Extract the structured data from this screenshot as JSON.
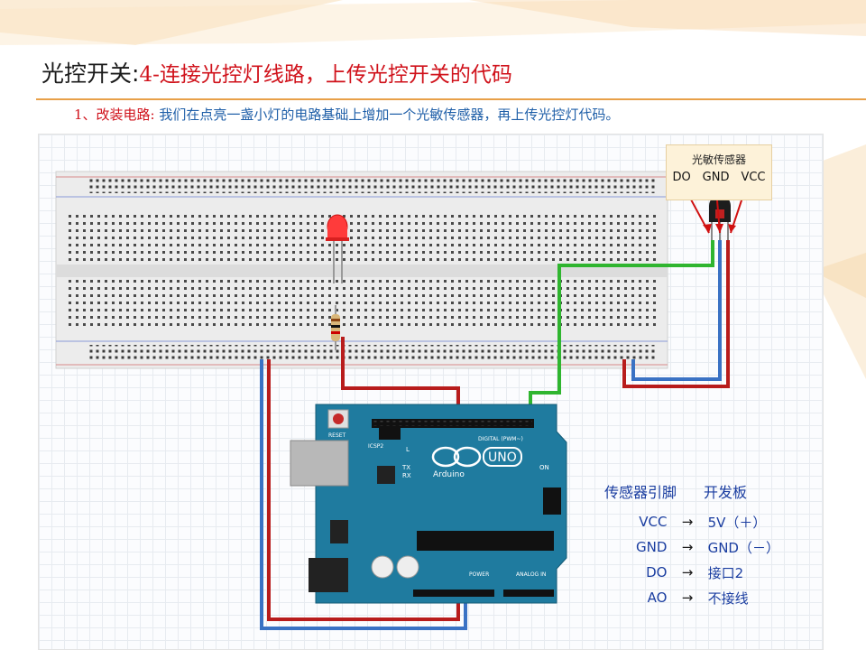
{
  "slide": {
    "title_main": "光控开关:",
    "title_sub": "4-连接光控灯线路，上传光控开关的代码",
    "step_num": "1、改装电路:",
    "step_text": "我们在点亮一盏小灯的电路基础上增加一个光敏传感器，再上传光控灯代码。"
  },
  "sensor": {
    "title": "光敏传感器",
    "pins": [
      "DO",
      "GND",
      "VCC"
    ]
  },
  "board": {
    "logo": "UNO",
    "brand": "Arduino",
    "reset": "RESET",
    "icsp": "ICSP2",
    "digital": "DIGITAL (PWM~)",
    "power": "POWER",
    "analog": "ANALOG IN",
    "on": "ON",
    "led_l": "L",
    "led_tx": "TX",
    "led_rx": "RX"
  },
  "pin_table": {
    "headers": [
      "传感器引脚",
      "开发板"
    ],
    "rows": [
      {
        "pin": "VCC",
        "arrow": "→",
        "board": "5V（＋）"
      },
      {
        "pin": "GND",
        "arrow": "→",
        "board": "GND（－）"
      },
      {
        "pin": "DO",
        "arrow": "→",
        "board": "接口2"
      },
      {
        "pin": "AO",
        "arrow": "→",
        "board": "不接线"
      }
    ]
  },
  "colors": {
    "title_accent": "#d0121b",
    "step_text": "#1f5fa8",
    "wire_red": "#b81c1c",
    "wire_blue": "#3a72c4",
    "wire_green": "#2fb52f",
    "board_teal": "#1f7b9f",
    "table_text": "#1a3da0"
  }
}
